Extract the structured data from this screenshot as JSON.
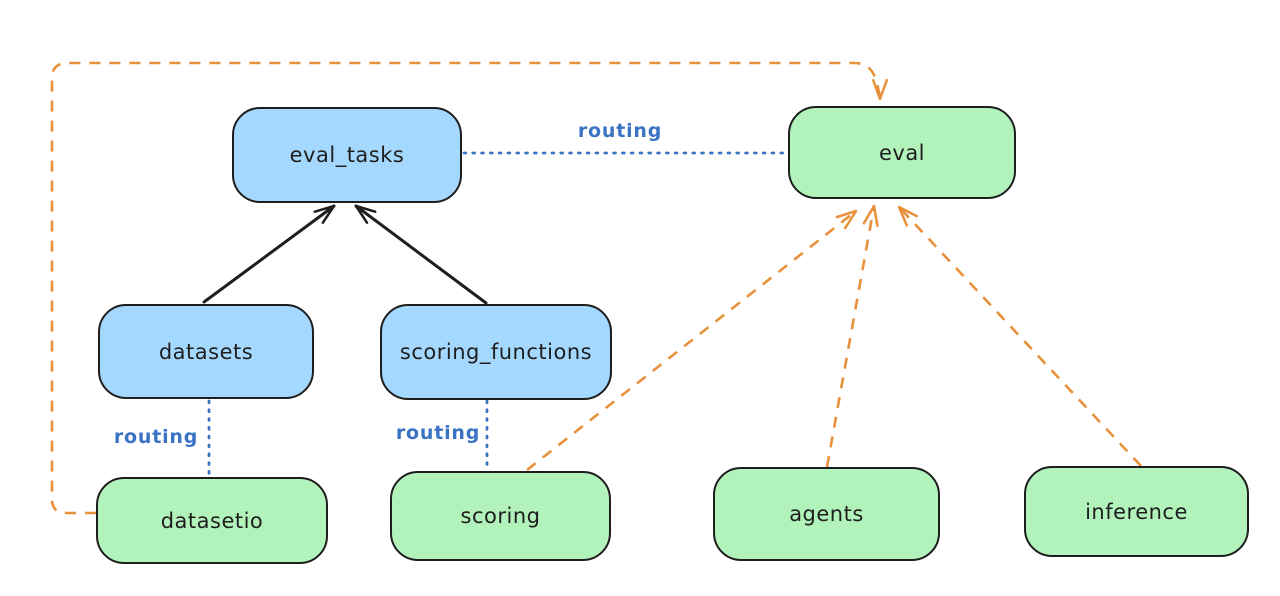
{
  "diagram": {
    "type": "flow-diagram",
    "background": "#ffffff",
    "colors": {
      "node_blue_fill": "#a5d8ff",
      "node_green_fill": "#b2f2bb",
      "node_stroke": "#1e1e1e",
      "arrow_black": "#1e1e1e",
      "arrow_orange": "#e9913a",
      "routing_blue": "#3b73c4",
      "background": "#ffffff"
    },
    "nodes": [
      {
        "id": "eval_tasks",
        "label": "eval_tasks",
        "fill": "blue"
      },
      {
        "id": "eval",
        "label": "eval",
        "fill": "green"
      },
      {
        "id": "datasets",
        "label": "datasets",
        "fill": "blue"
      },
      {
        "id": "scoring_functions",
        "label": "scoring_functions",
        "fill": "blue"
      },
      {
        "id": "datasetio",
        "label": "datasetio",
        "fill": "green"
      },
      {
        "id": "scoring",
        "label": "scoring",
        "fill": "green"
      },
      {
        "id": "agents",
        "label": "agents",
        "fill": "green"
      },
      {
        "id": "inference",
        "label": "inference",
        "fill": "green"
      }
    ],
    "edges": [
      {
        "from": "datasets",
        "to": "eval_tasks",
        "style": "solid-arrow",
        "color": "black"
      },
      {
        "from": "scoring_functions",
        "to": "eval_tasks",
        "style": "solid-arrow",
        "color": "black"
      },
      {
        "from": "eval_tasks",
        "to": "eval",
        "style": "dotted-line",
        "color": "blue",
        "label": "routing"
      },
      {
        "from": "datasets",
        "to": "datasetio",
        "style": "dotted-line",
        "color": "blue",
        "label": "routing"
      },
      {
        "from": "scoring_functions",
        "to": "scoring",
        "style": "dotted-line",
        "color": "blue",
        "label": "routing"
      },
      {
        "from": "datasetio",
        "to": "eval",
        "style": "dashed-arrow",
        "color": "orange",
        "route": "around-top-left"
      },
      {
        "from": "scoring",
        "to": "eval",
        "style": "dashed-arrow",
        "color": "orange"
      },
      {
        "from": "agents",
        "to": "eval",
        "style": "dashed-arrow",
        "color": "orange"
      },
      {
        "from": "inference",
        "to": "eval",
        "style": "dashed-arrow",
        "color": "orange"
      }
    ]
  }
}
